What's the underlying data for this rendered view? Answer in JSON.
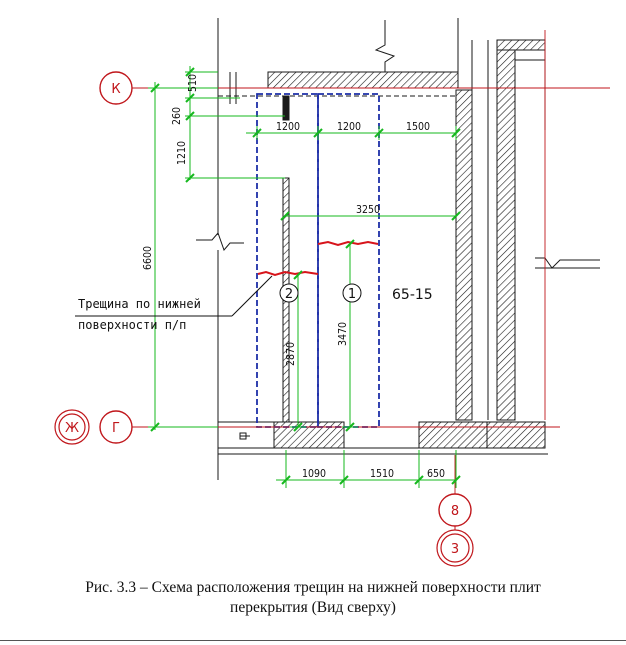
{
  "colors": {
    "dimension": "#16b81e",
    "slab_outline": "#1d2fa8",
    "crack": "#d7141b",
    "axis": "#c0161b",
    "wall": "#1a1a1a"
  },
  "axes": {
    "left": [
      "К",
      "Ж",
      "Г"
    ],
    "bottom": [
      "8",
      "3"
    ]
  },
  "dimensions": {
    "vertical_left": [
      "510",
      "260",
      "1210",
      "6600"
    ],
    "top_row": [
      "1200",
      "1200",
      "1500"
    ],
    "slab_span": "3250",
    "crack_offsets": [
      "2870",
      "3470"
    ],
    "bottom_row": [
      "1090",
      "1510",
      "650"
    ]
  },
  "markers": [
    "2",
    "1"
  ],
  "room_label": "65-15",
  "crack_note": [
    "Трещина по нижней",
    "поверхности п/п"
  ],
  "caption": [
    "Рис. 3.3 – Схема расположения трещин на нижней поверхности плит",
    "перекрытия (Вид сверху)"
  ]
}
